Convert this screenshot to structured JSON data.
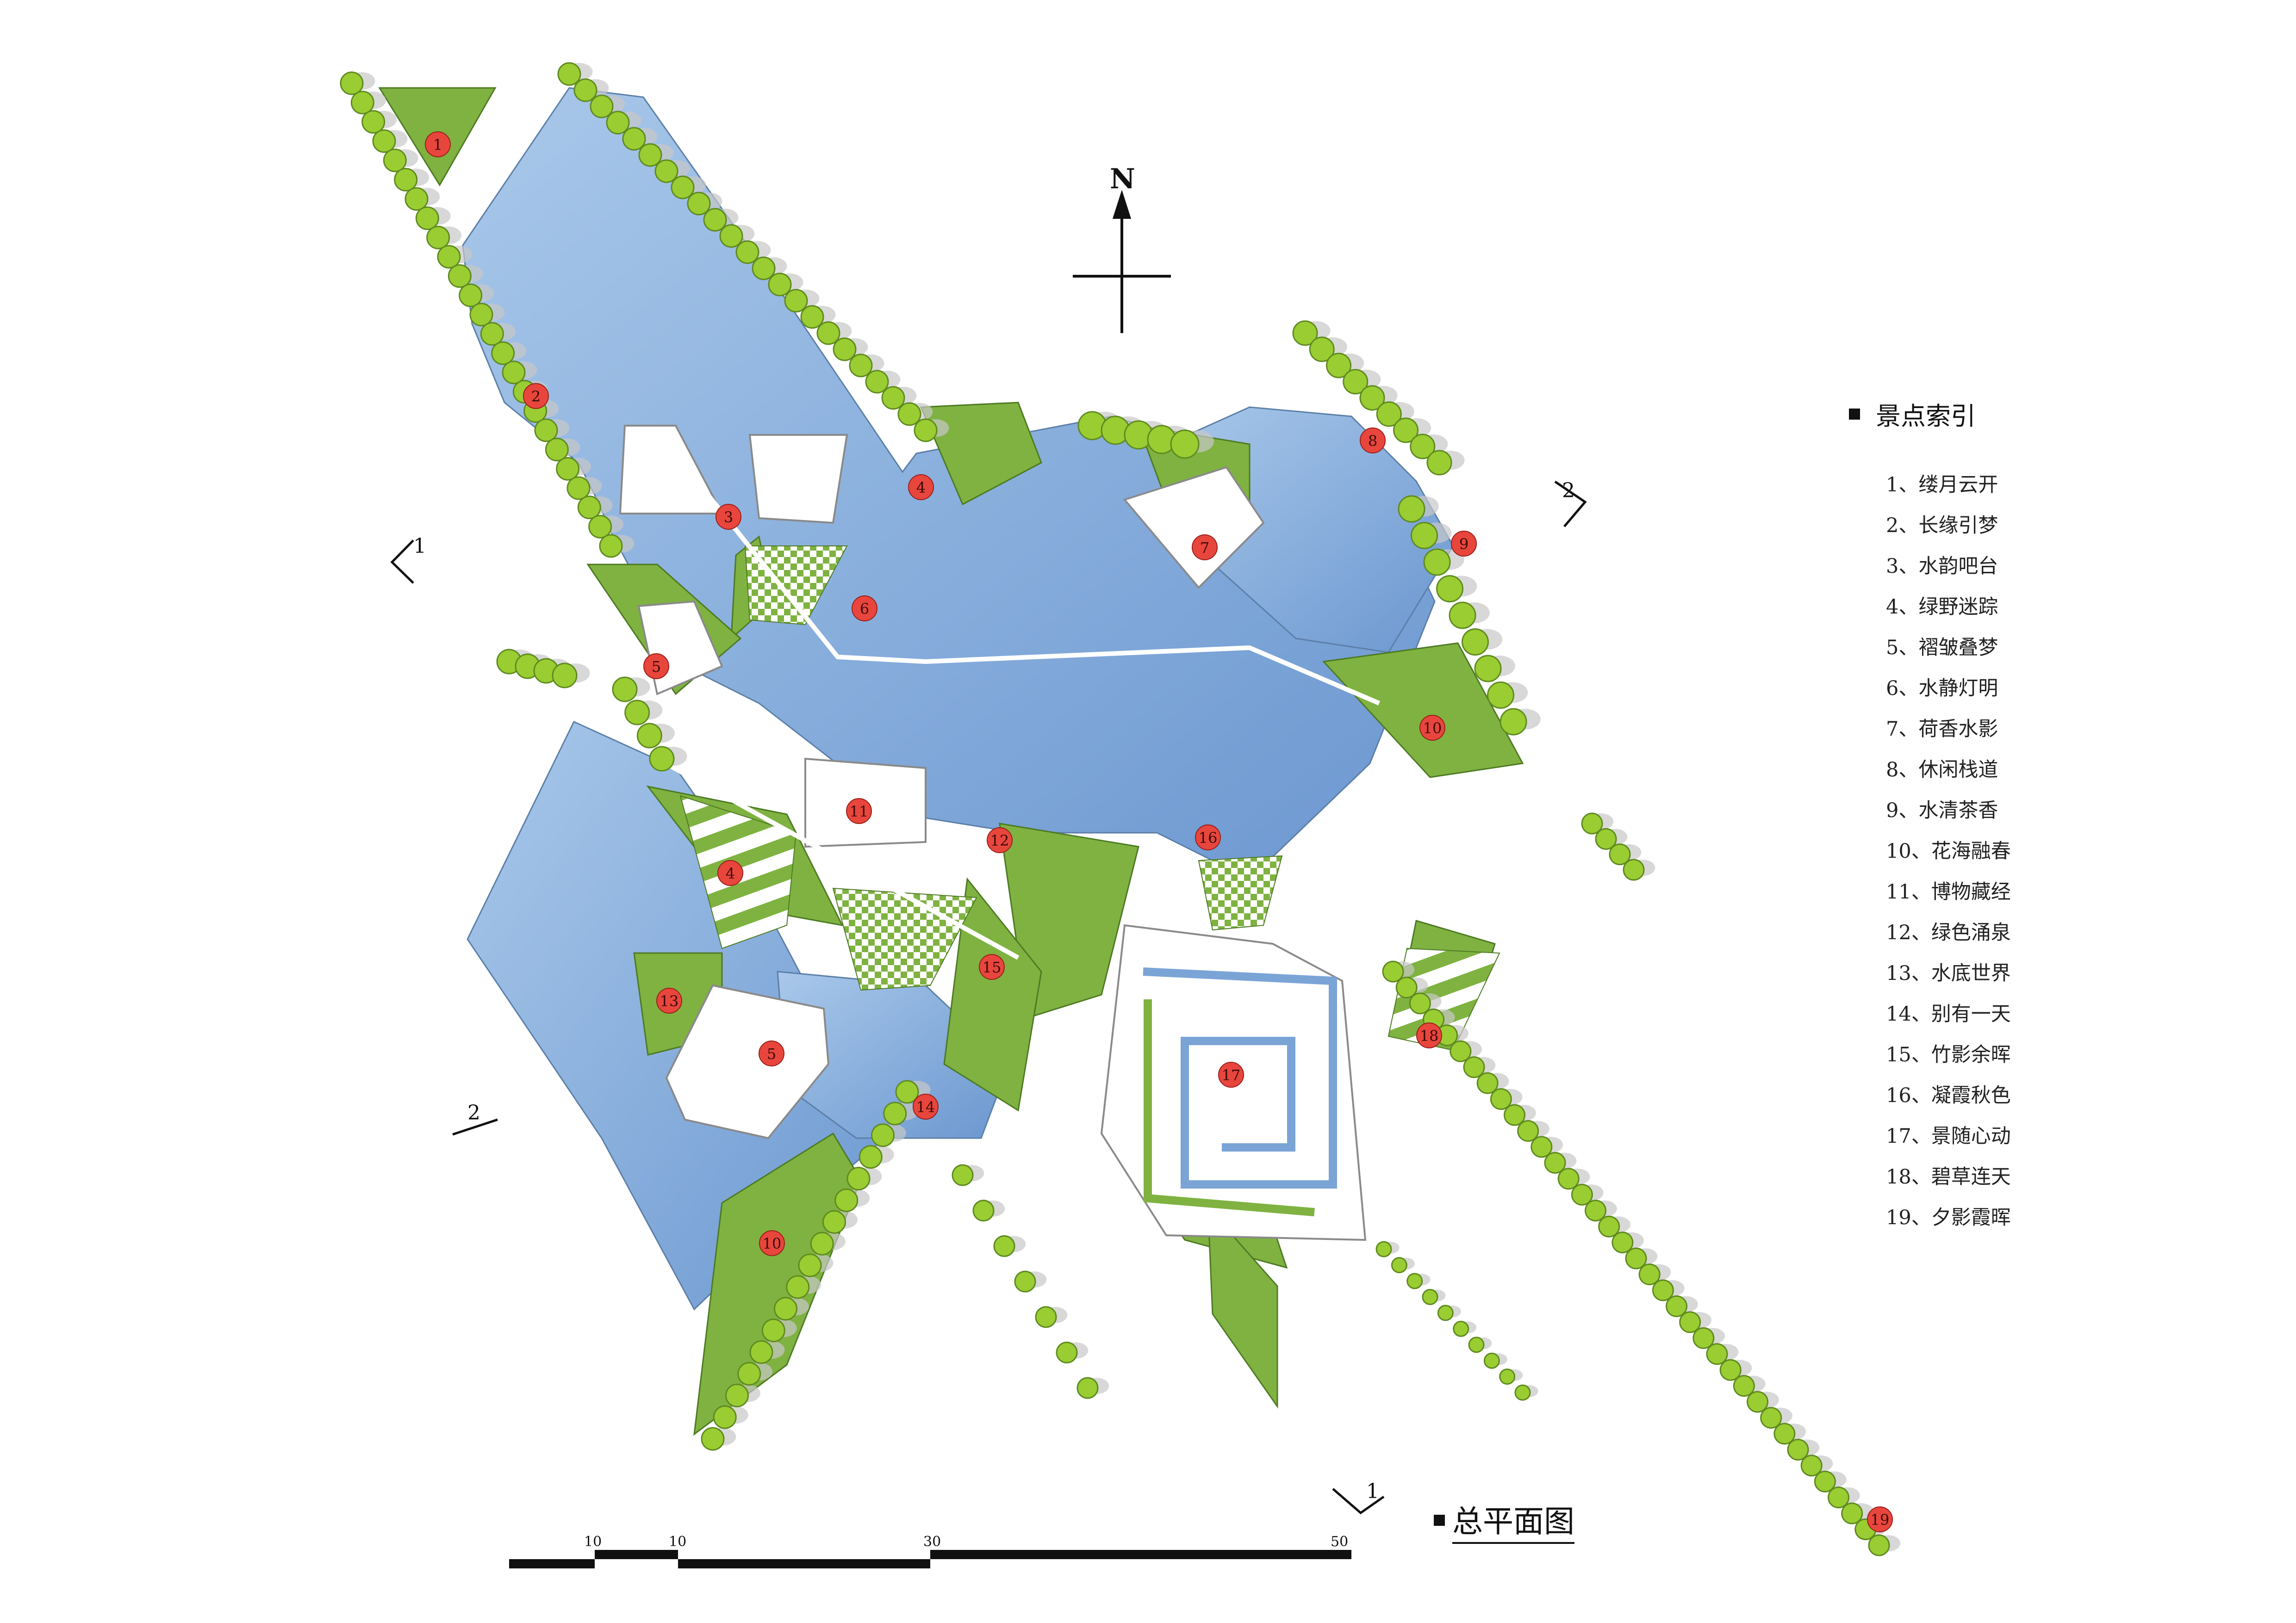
{
  "north_label": "N",
  "legend": {
    "title": "景点索引",
    "items": [
      "1、缕月云开",
      "2、长缘引梦",
      "3、水韵吧台",
      "4、绿野迷踪",
      "5、褶皱叠梦",
      "6、水静灯明",
      "7、荷香水影",
      "8、休闲栈道",
      "9、水清茶香",
      "10、花海融春",
      "11、博物藏经",
      "12、绿色涌泉",
      "13、水底世界",
      "14、别有一天",
      "15、竹影余晖",
      "16、凝霞秋色",
      "17、景随心动",
      "18、碧草连天",
      "19、夕影霞晖"
    ]
  },
  "plan_title": "总平面图",
  "scale_bar": {
    "labels": [
      "10",
      "10",
      "30",
      "50"
    ]
  },
  "section_marks": [
    "1",
    "2",
    "2",
    "1"
  ],
  "markers": [
    "1",
    "2",
    "3",
    "4",
    "4",
    "5",
    "5",
    "6",
    "7",
    "8",
    "9",
    "10",
    "10",
    "11",
    "12",
    "13",
    "14",
    "15",
    "16",
    "17",
    "18",
    "19"
  ],
  "colors": {
    "water": "#8fb4e0",
    "water_dark": "#6f9bd2",
    "grass": "#7fb241",
    "tree": "#9acd32",
    "marker": "#e8463d",
    "paving": "#ffffff",
    "shadow": "#c8c8c8"
  }
}
